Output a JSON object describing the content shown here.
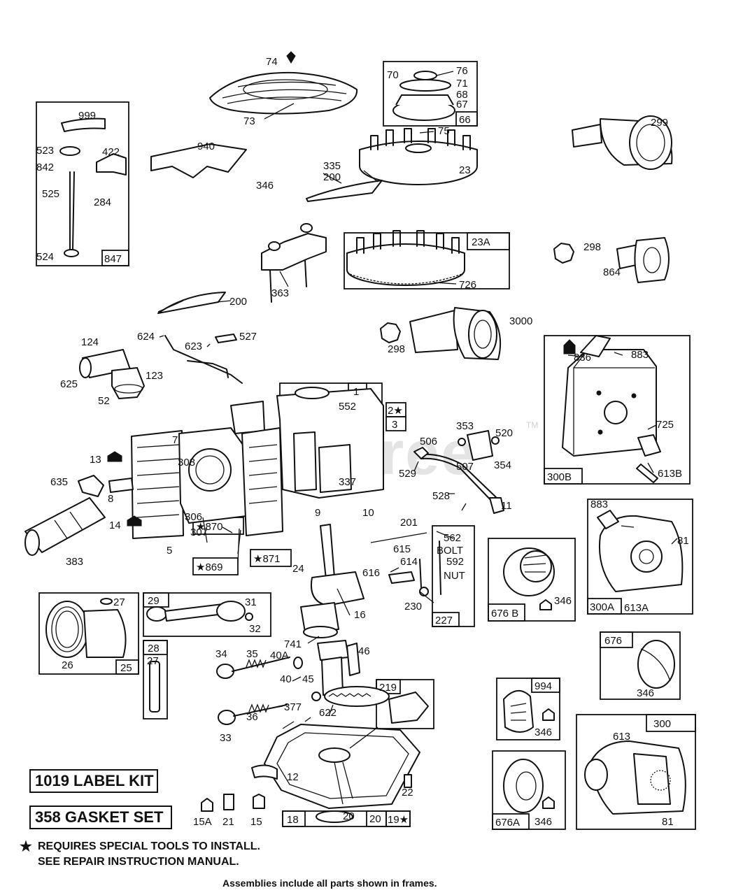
{
  "watermark": "PartsTree",
  "trademark": "TM",
  "kits": {
    "label_kit": "1019 LABEL KIT",
    "gasket_set": "358 GASKET SET"
  },
  "notes": {
    "star_symbol": "★",
    "special_tools_line1": "REQUIRES SPECIAL TOOLS TO INSTALL.",
    "special_tools_line2": "SEE REPAIR INSTRUCTION MANUAL."
  },
  "footer": "Assemblies include all parts shown in frames.",
  "inline_text": {
    "bolt": "BOLT",
    "nut": "NUT"
  },
  "frame_labels": [
    "847",
    "66",
    "23A",
    "300B",
    "1",
    "2★",
    "3",
    "★870",
    "★869",
    "★871",
    "227",
    "676 B",
    "300A",
    "29",
    "25",
    "28",
    "219",
    "18",
    "19★",
    "676",
    "994",
    "300",
    "676A"
  ],
  "callouts": [
    "74",
    "76",
    "70",
    "71",
    "68",
    "67",
    "73",
    "75",
    "999",
    "422",
    "523",
    "842",
    "525",
    "284",
    "524",
    "940",
    "346",
    "335",
    "200",
    "23",
    "299",
    "298",
    "864",
    "363",
    "726",
    "200",
    "124",
    "624",
    "623",
    "527",
    "625",
    "123",
    "52",
    "3000",
    "298",
    "836",
    "883",
    "725",
    "613B",
    "552",
    "7",
    "353",
    "520",
    "506",
    "507",
    "354",
    "13",
    "308",
    "529",
    "635",
    "337",
    "8",
    "528",
    "306",
    "9",
    "10",
    "11",
    "14",
    "307",
    "5",
    "383",
    "201",
    "562",
    "615",
    "614",
    "592",
    "616",
    "230",
    "24",
    "883",
    "81",
    "346",
    "613A",
    "27",
    "31",
    "32",
    "16",
    "26",
    "27",
    "741",
    "46",
    "34",
    "35",
    "40A",
    "40",
    "45",
    "377",
    "622",
    "33",
    "36",
    "346",
    "346",
    "12",
    "22",
    "15A",
    "21",
    "15",
    "20",
    "20",
    "613",
    "346",
    "81"
  ]
}
